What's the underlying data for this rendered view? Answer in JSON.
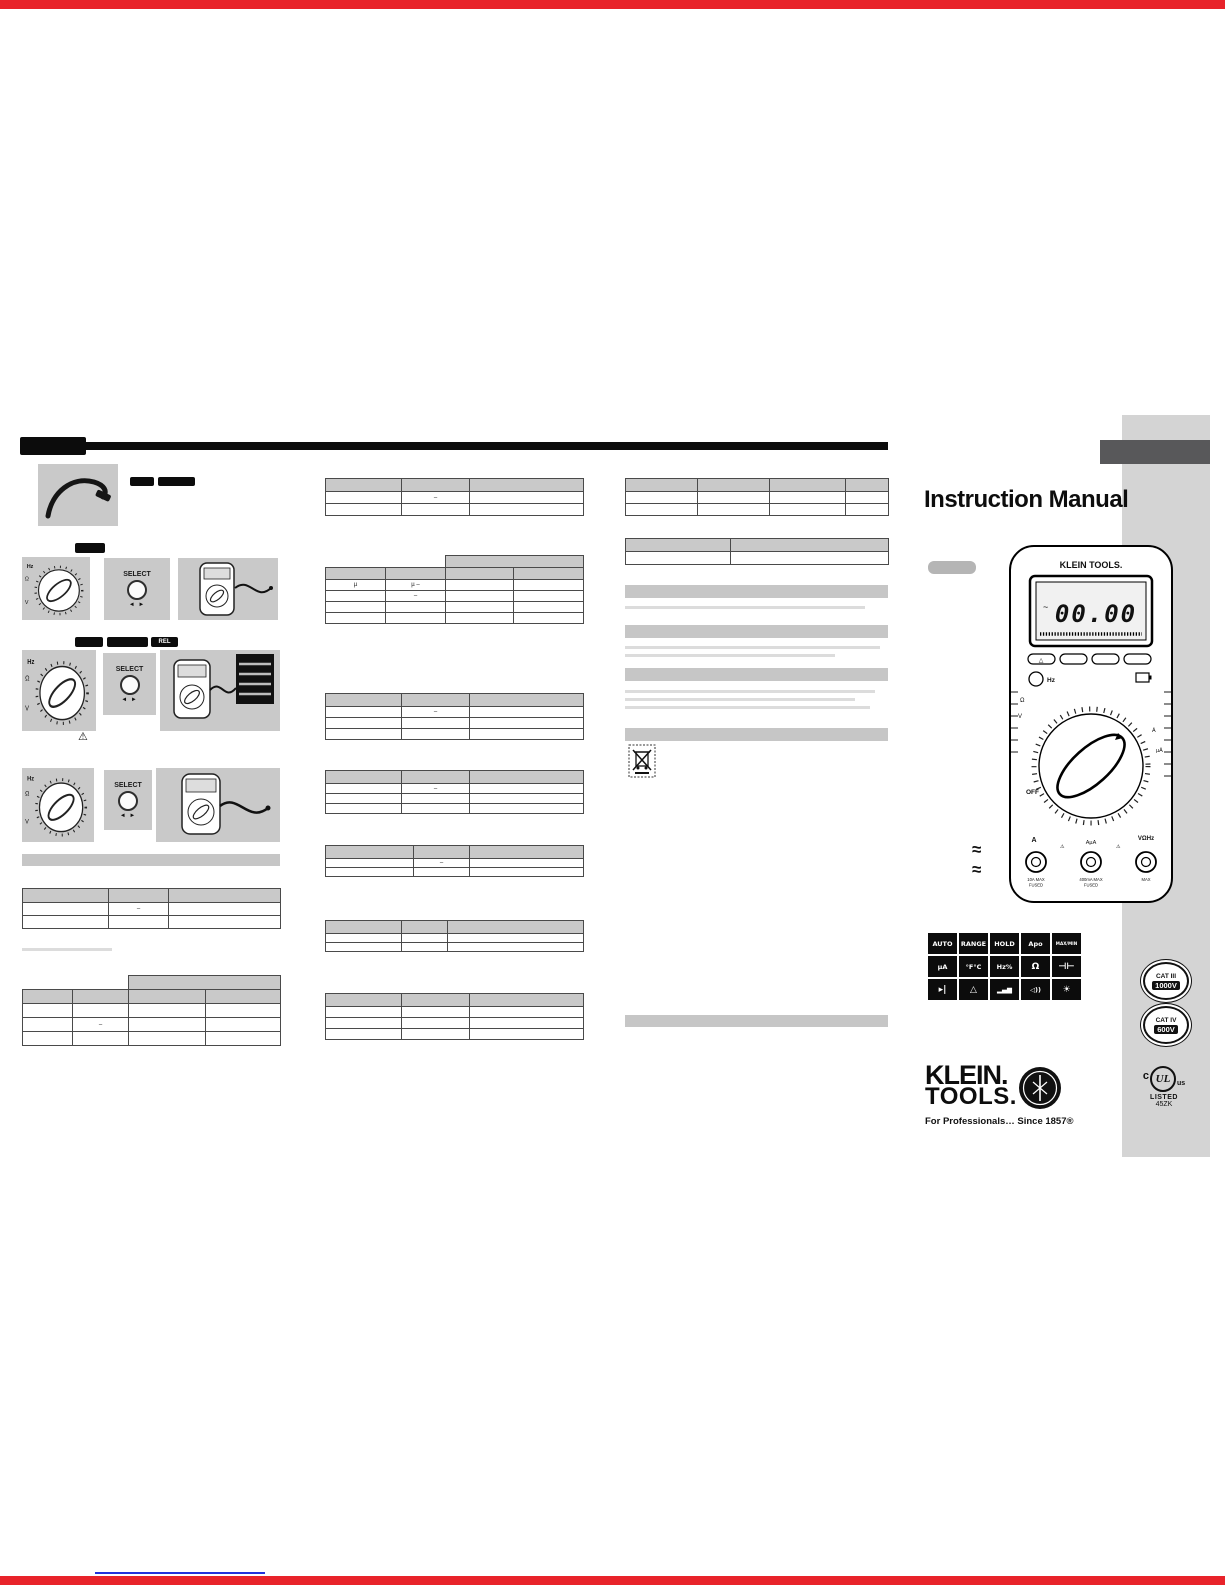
{
  "page": {
    "title": "Instruction Manual",
    "accent_red": "#e8232a"
  },
  "controls": {
    "select": "SELECT",
    "arrows": "◄ ►",
    "rel": "REL",
    "warning": "⚠"
  },
  "tables": {
    "dash": "–",
    "micro": "µ",
    "micro_dash": "µ –"
  },
  "meter": {
    "brand": "KLEIN TOOLS.",
    "display": "00.00",
    "display_prefix": "~",
    "btn_triangle": "△",
    "hz": "Hz",
    "ohm": "Ω",
    "v": "V",
    "off": "OFF",
    "a_bar": "Ā",
    "ua_bar": "µĀ",
    "jack_a": "A",
    "jack_aua": "AµA",
    "jack_v": "VΩHz",
    "fuse1a": "10A MAX",
    "fuse1b": "FUSED",
    "fuse2a": "400mA MAX",
    "fuse2b": "FUSED",
    "max_note": "MAX",
    "tilde": "≈"
  },
  "icons": {
    "cells": [
      "AUTO",
      "RANGE",
      "HOLD",
      "Apo",
      "MAX/MIN",
      "µA",
      "°F°C",
      "Hz%",
      "Ω",
      "⊣⊢",
      "▸|",
      "△",
      "▂▄▆",
      "◁))",
      "☀"
    ]
  },
  "badges": {
    "cat3_line1": "CAT III",
    "cat3_line2": "1000V",
    "cat4_line1": "CAT IV",
    "cat4_line2": "600V",
    "ul_c": "c",
    "ul_mark": "UL",
    "ul_us": "us",
    "ul_listed": "LISTED",
    "ul_code": "45ZK"
  },
  "logo": {
    "klein": "KLEIN.",
    "tools": "TOOLS.",
    "tagline": "For Professionals… Since 1857®"
  }
}
